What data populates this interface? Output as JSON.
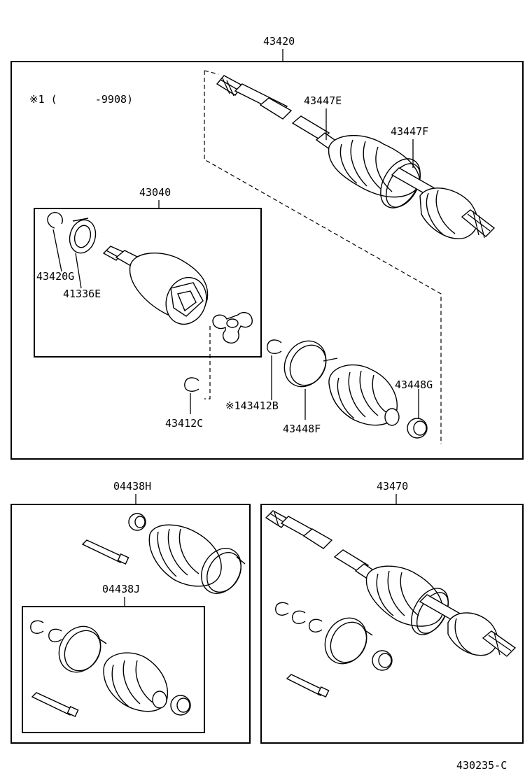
{
  "labels": {
    "p43420": "43420",
    "note": "※1 (      -9908)",
    "p43447E": "43447E",
    "p43447F": "43447F",
    "p43040": "43040",
    "p43420G": "43420G",
    "p41336E": "41336E",
    "p43412C": "43412C",
    "p43412B": "※143412B",
    "p43448F": "43448F",
    "p43448G": "43448G",
    "p04438H": "04438H",
    "p04438J": "04438J",
    "p43470": "43470",
    "figure_code": "430235-C"
  }
}
